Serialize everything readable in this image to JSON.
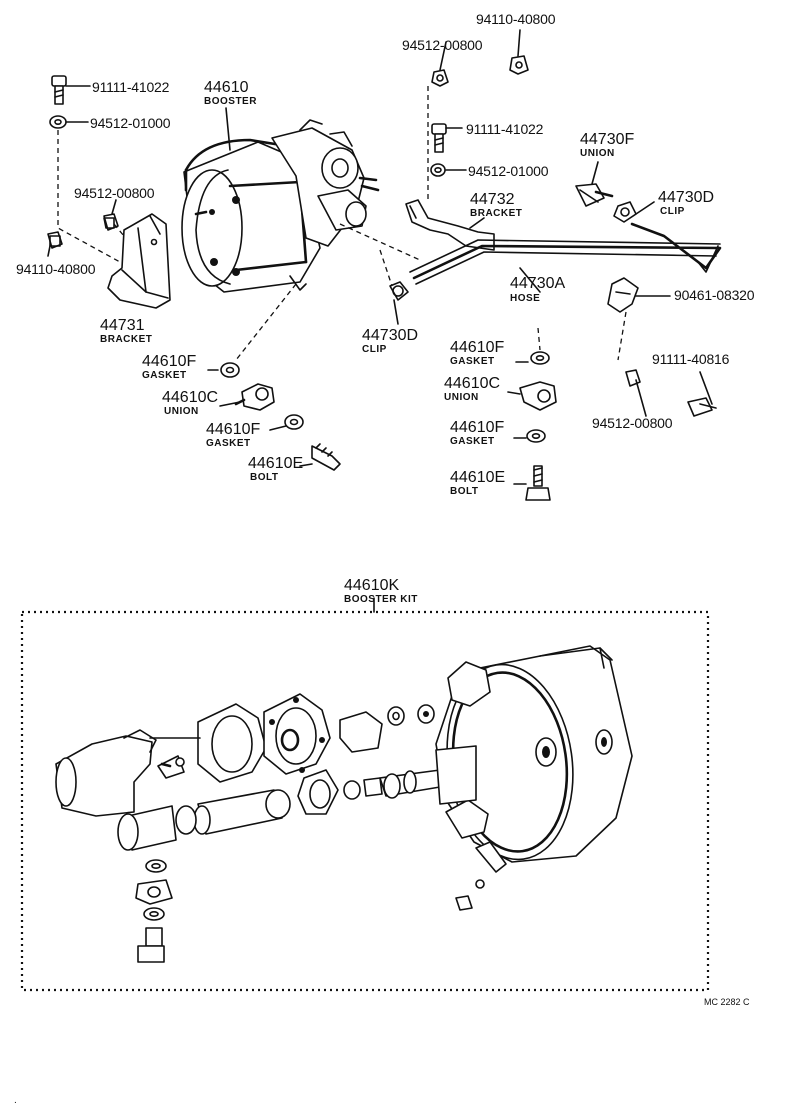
{
  "parts": {
    "p_94110_40800_top": {
      "num": "94110-40800"
    },
    "p_94512_00800_top": {
      "num": "94512-00800"
    },
    "p_91111_41022_a": {
      "num": "91111-41022"
    },
    "p_44610": {
      "num": "44610",
      "name": "BOOSTER"
    },
    "p_94512_01000_a": {
      "num": "94512-01000"
    },
    "p_91111_41022_b": {
      "num": "91111-41022"
    },
    "p_44730F_top": {
      "num": "44730F",
      "name": "UNION"
    },
    "p_94512_01000_b": {
      "num": "94512-01000"
    },
    "p_44730D_right": {
      "num": "44730D",
      "name": "CLIP"
    },
    "p_94512_00800_left": {
      "num": "94512-00800"
    },
    "p_44732": {
      "num": "44732",
      "name": "BRACKET"
    },
    "p_94110_40800_left": {
      "num": "94110-40800"
    },
    "p_44730A": {
      "num": "44730A",
      "name": "HOSE"
    },
    "p_90461_08320": {
      "num": "90461-08320"
    },
    "p_44731": {
      "num": "44731",
      "name": "BRACKET"
    },
    "p_44730D_mid": {
      "num": "44730D",
      "name": "CLIP"
    },
    "p_44610F_r1": {
      "num": "44610F",
      "name": "GASKET"
    },
    "p_91111_40816": {
      "num": "91111-40816"
    },
    "p_44610F_l1": {
      "num": "44610F",
      "name": "GASKET"
    },
    "p_44610C_r": {
      "num": "44610C",
      "name": "UNION"
    },
    "p_44610C_l": {
      "num": "44610C",
      "name": "UNION"
    },
    "p_94512_00800_right": {
      "num": "94512-00800"
    },
    "p_44610F_l2": {
      "num": "44610F",
      "name": "GASKET"
    },
    "p_44610F_r2": {
      "num": "44610F",
      "name": "GASKET"
    },
    "p_44610E_l": {
      "num": "44610E",
      "name": "BOLT"
    },
    "p_44610E_r": {
      "num": "44610E",
      "name": "BOLT"
    },
    "p_44610K": {
      "num": "44610K",
      "name": "BOOSTER KIT"
    }
  },
  "footer": {
    "code": "MC 2282 C",
    "mark": "."
  }
}
